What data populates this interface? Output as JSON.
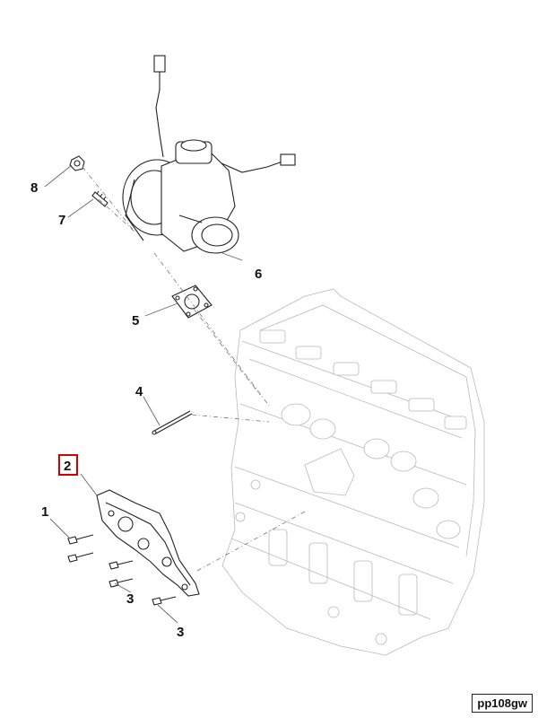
{
  "callouts": [
    {
      "id": "c1",
      "label": "1"
    },
    {
      "id": "c2",
      "label": "2",
      "highlighted": true
    },
    {
      "id": "c3a",
      "label": "3"
    },
    {
      "id": "c3b",
      "label": "3"
    },
    {
      "id": "c4",
      "label": "4"
    },
    {
      "id": "c5",
      "label": "5"
    },
    {
      "id": "c6",
      "label": "6"
    },
    {
      "id": "c7",
      "label": "7"
    },
    {
      "id": "c8",
      "label": "8"
    }
  ],
  "highlight_color": "#d40000",
  "drawing_code": "pp108gw"
}
